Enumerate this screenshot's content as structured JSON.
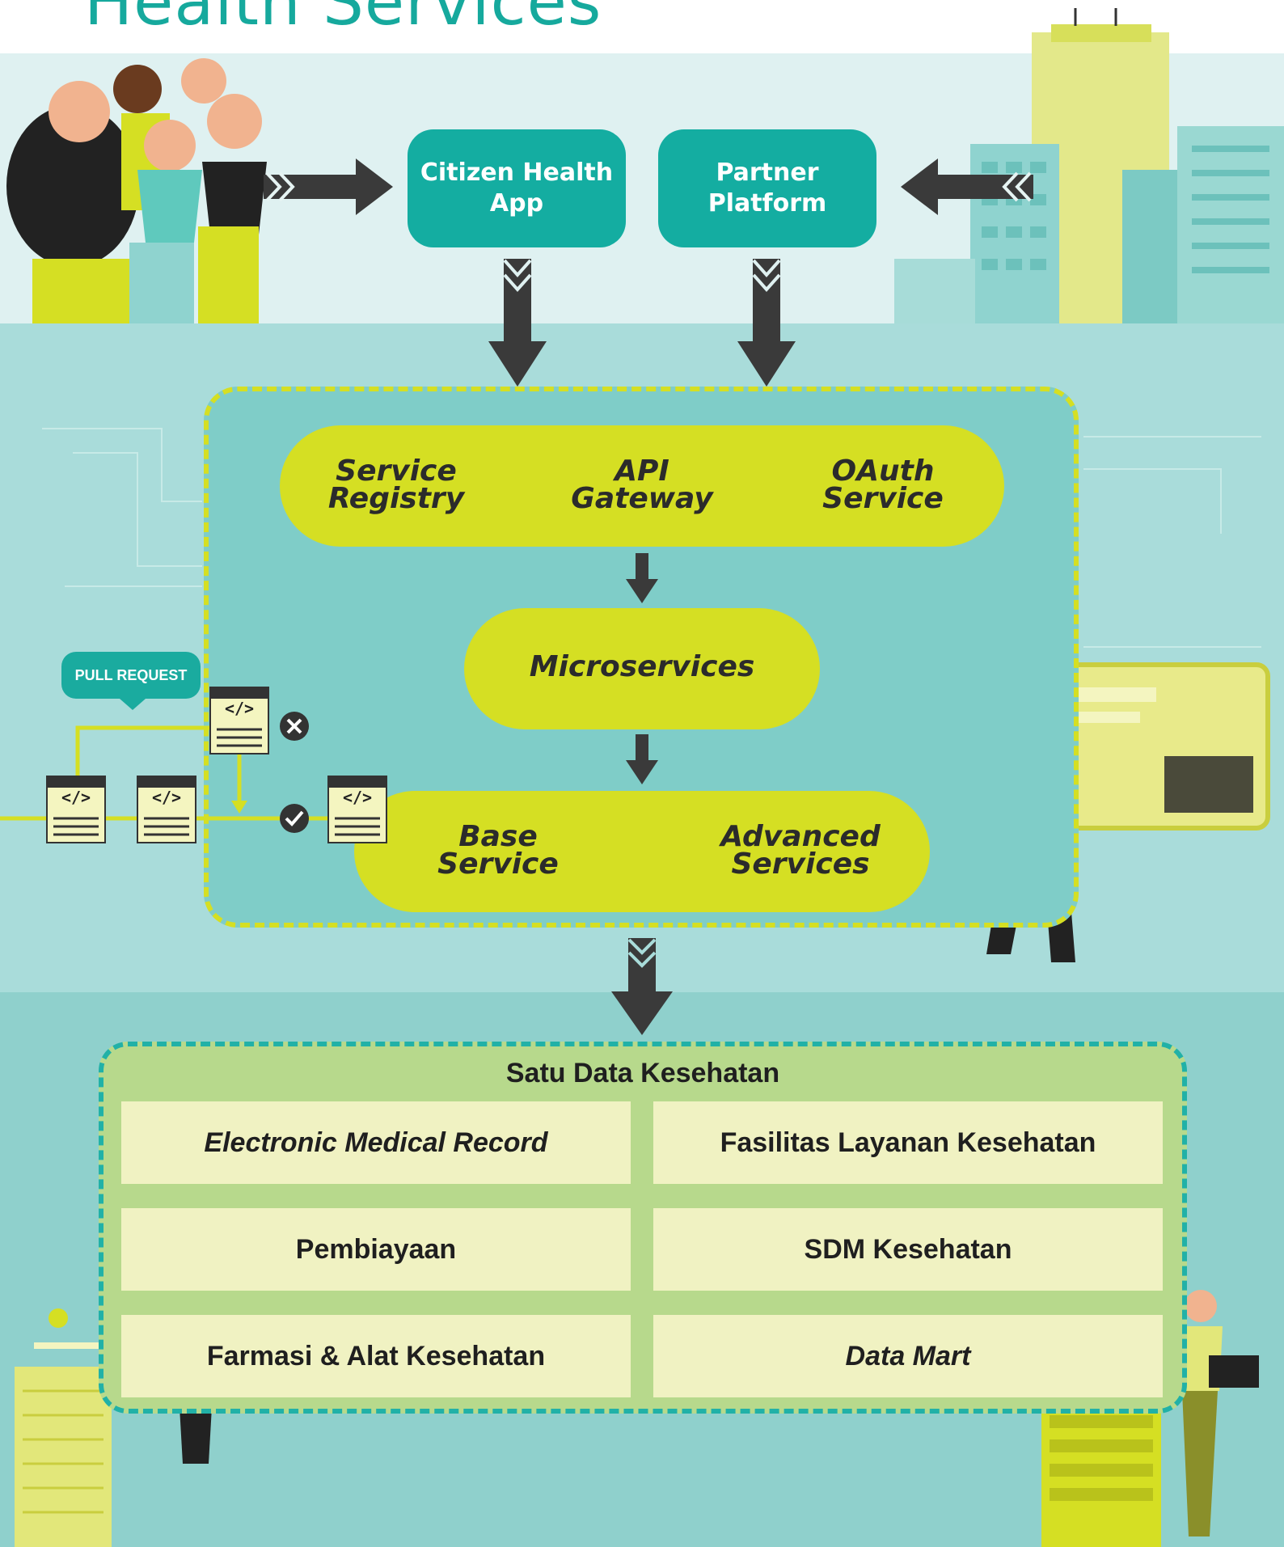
{
  "title": "Health Services",
  "top": {
    "citizen_app": "Citizen Health\nApp",
    "partner_platform": "Partner\nPlatform"
  },
  "gateway_layer": {
    "service_registry": "Service\nRegistry",
    "api_gateway": "API\nGateway",
    "oauth_service": "OAuth\nService"
  },
  "microservices": "Microservices",
  "service_layer": {
    "base_service": "Base\nService",
    "advanced_services": "Advanced\nServices"
  },
  "pull_request_label": "PULL REQUEST",
  "code_glyph": "</>",
  "data_section": {
    "title": "Satu Data Kesehatan",
    "cells": [
      "Electronic Medical Record",
      "Fasilitas Layanan Kesehatan",
      "Pembiayaan",
      "SDM Kesehatan",
      "Farmasi & Alat Kesehatan",
      "Data Mart"
    ]
  },
  "colors": {
    "teal": "#14ada1",
    "lime": "#d5df23",
    "dark": "#333333"
  }
}
